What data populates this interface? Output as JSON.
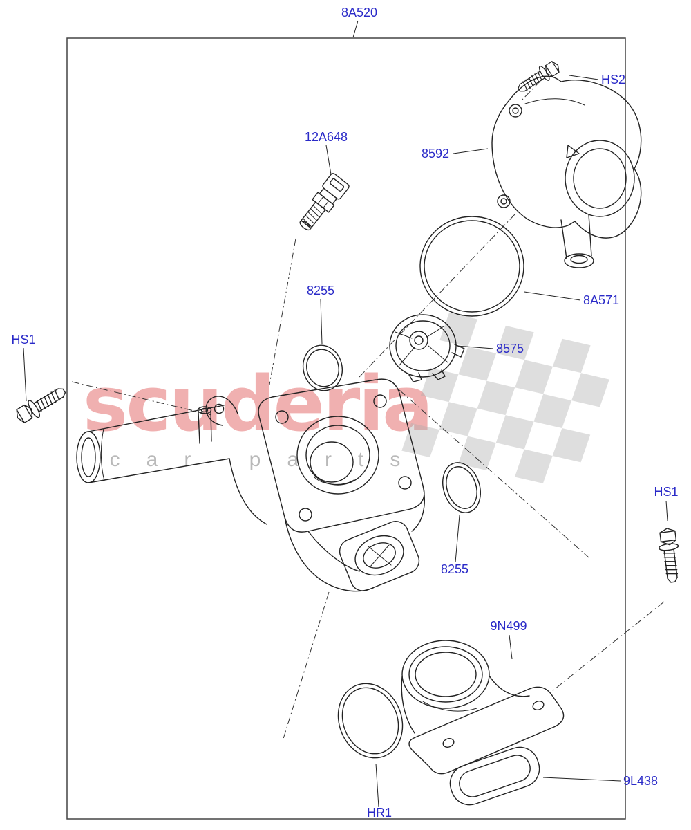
{
  "watermark": {
    "brand": "scuderia",
    "tagline": "car parts",
    "brand_color": "#e05c5c",
    "tagline_color": "#a8a8a8"
  },
  "colors": {
    "label": "#2a2ac8",
    "line": "#222222"
  },
  "labels": {
    "assembly": "8A520",
    "bolt_top": "HS2",
    "cover": "8592",
    "sensor": "12A648",
    "seal_large": "8A571",
    "seal_upper": "8255",
    "thermostat": "8575",
    "bolt_left": "HS1",
    "bolt_right": "HS1",
    "seal_lower": "8255",
    "outlet_pipe": "9N499",
    "gasket": "9L438",
    "oring_bottom": "HR1"
  }
}
